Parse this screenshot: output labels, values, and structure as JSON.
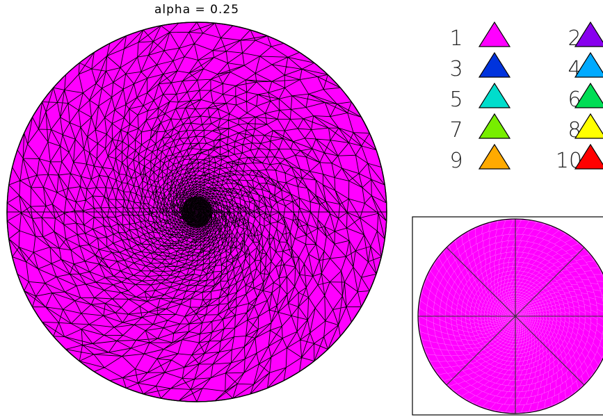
{
  "title": "alpha  =  0.25",
  "legend": {
    "items": [
      {
        "label": "1",
        "color": "#ff00ff"
      },
      {
        "label": "2",
        "color": "#8800ee"
      },
      {
        "label": "3",
        "color": "#0033dd"
      },
      {
        "label": "4",
        "color": "#00aaff"
      },
      {
        "label": "5",
        "color": "#00ddcc"
      },
      {
        "label": "6",
        "color": "#00dd55"
      },
      {
        "label": "7",
        "color": "#77ee00"
      },
      {
        "label": "8",
        "color": "#ffff00"
      },
      {
        "label": "9",
        "color": "#ffaa00"
      },
      {
        "label": "10",
        "color": "#ff0000"
      }
    ]
  },
  "colors": {
    "mesh_fill": "#ff00ff",
    "mesh_line": "#000000",
    "inset_fill": "#ff00ff",
    "inset_line": "#ffffff"
  }
}
